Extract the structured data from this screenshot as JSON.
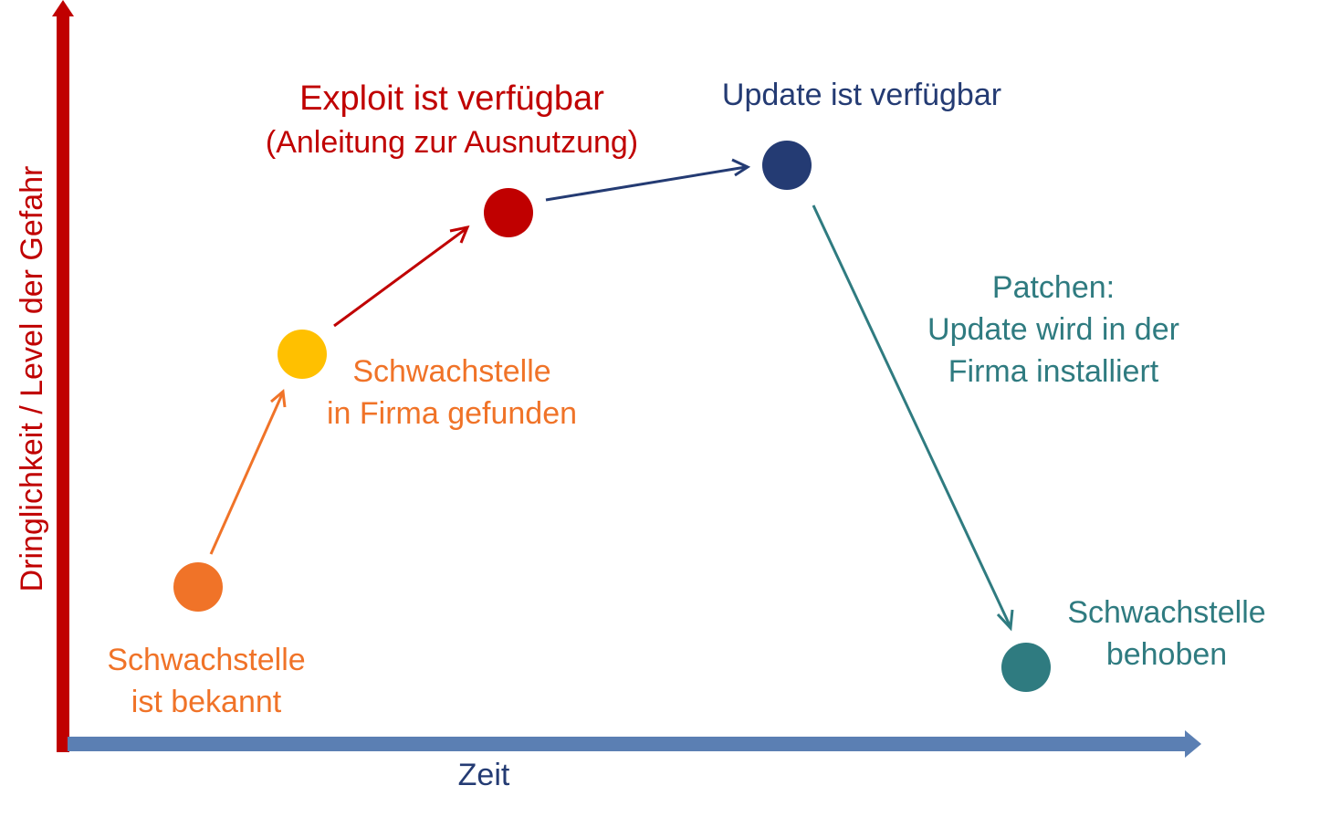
{
  "axes": {
    "y_label": "Dringlichkeit / Level der Gefahr",
    "x_label": "Zeit",
    "y_color": "#c00000",
    "x_color": "#5b7fb3"
  },
  "stages": [
    {
      "id": "bekannt",
      "lines": [
        "Schwachstelle",
        "ist bekannt"
      ],
      "color": "#f07328"
    },
    {
      "id": "gefunden",
      "lines": [
        "Schwachstelle",
        "in Firma gefunden"
      ],
      "color": "#ffc000"
    },
    {
      "id": "exploit",
      "lines": [
        "Exploit ist verfügbar",
        "(Anleitung zur Ausnutzung)"
      ],
      "color": "#c00000"
    },
    {
      "id": "update",
      "lines": [
        "Update ist verfügbar"
      ],
      "color": "#243b73"
    },
    {
      "id": "behoben",
      "lines": [
        "Schwachstelle",
        "behoben"
      ],
      "color": "#2f7b80"
    }
  ],
  "transitions": [
    {
      "from": "bekannt",
      "to": "gefunden",
      "color": "#f07328",
      "lines": []
    },
    {
      "from": "gefunden",
      "to": "exploit",
      "color": "#c00000",
      "lines": []
    },
    {
      "from": "exploit",
      "to": "update",
      "color": "#243b73",
      "lines": []
    },
    {
      "from": "update",
      "to": "behoben",
      "color": "#2f7b80",
      "lines": [
        "Patchen:",
        "Update wird in der",
        "Firma installiert"
      ]
    }
  ],
  "label_colors": {
    "bekannt": "#f07328",
    "gefunden": "#f07328",
    "exploit": "#c00000",
    "update": "#243b73",
    "behoben": "#2f7b80",
    "patchen": "#2f7b80"
  }
}
